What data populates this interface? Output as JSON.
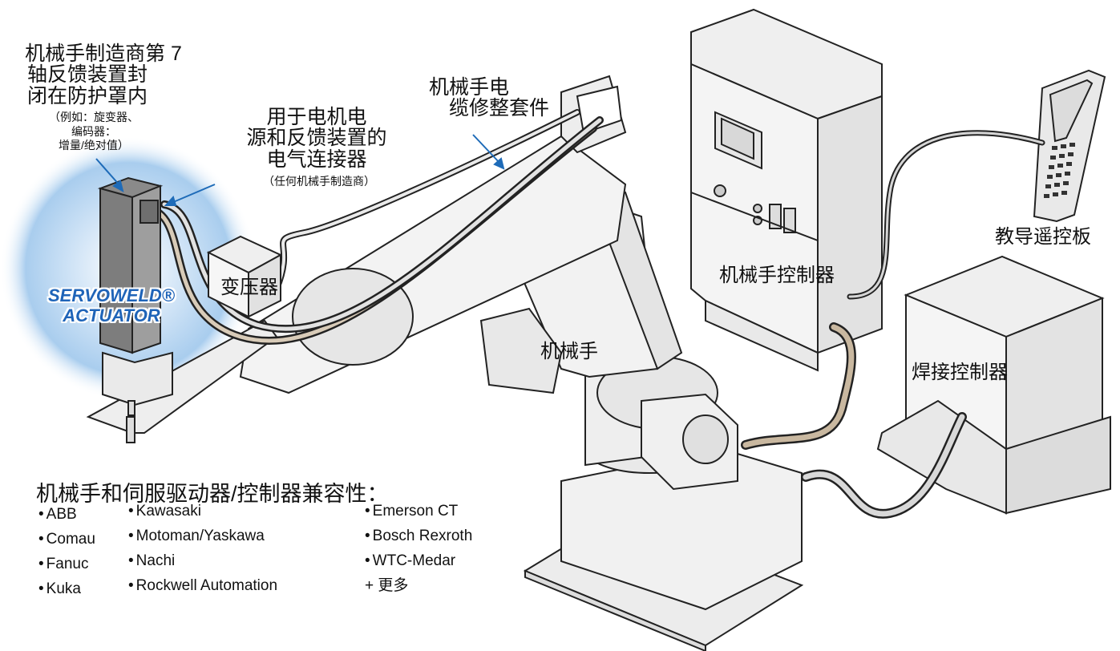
{
  "callouts": {
    "feedback_lines": [
      "机械手制造商第 7",
      "轴反馈装置封",
      "闭在防护罩内"
    ],
    "feedback_example": [
      "（例如：旋变器、",
      "编码器：",
      "增量/绝对值）"
    ],
    "connector_lines": [
      "用于电机电",
      "源和反馈装置的",
      "电气连接器"
    ],
    "connector_note": "（任何机械手制造商）",
    "cable_kit_lines": [
      "机械手电",
      "缆修整套件"
    ],
    "transformer": "变压器",
    "robot": "机械手",
    "robot_controller": "机械手控制器",
    "teach_pendant": "教导遥控板",
    "weld_controller": "焊接控制器"
  },
  "badge": {
    "line1": "SERVOWELD®",
    "line2": "ACTUATOR",
    "color": "#1f64b8"
  },
  "compatibility": {
    "title": "机械手和伺服驱动器/控制器兼容性：",
    "col1": [
      "ABB",
      "Comau",
      "Fanuc",
      "Kuka"
    ],
    "col2": [
      "Kawasaki",
      "Motoman/Yaskawa",
      "Nachi",
      "Rockwell Automation"
    ],
    "col3": [
      "Emerson CT",
      "Bosch Rexroth",
      "WTC-Medar"
    ],
    "more": "更多"
  },
  "colors": {
    "outline": "#222222",
    "body_fill": "#eeeeee",
    "cable_tan": "#c9b8a0",
    "glow": "#a9cdee"
  }
}
